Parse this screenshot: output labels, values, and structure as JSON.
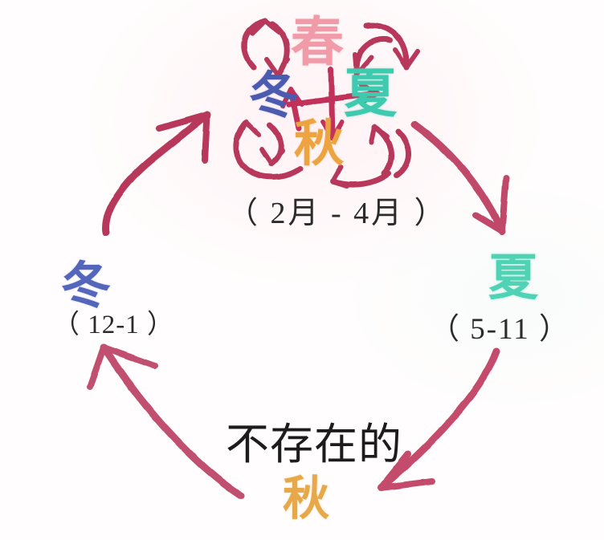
{
  "image": {
    "kind": "handwritten-cycle-diagram",
    "background_color": "#fffdfd",
    "arrow_color": "#c04060"
  },
  "center_cluster": {
    "caption": "（ 2月 - 4月 ）",
    "labels": [
      {
        "text": "春",
        "color": "#f19aa8",
        "position": "top"
      },
      {
        "text": "冬",
        "color": "#4a5bb0",
        "position": "left"
      },
      {
        "text": "夏",
        "color": "#3fc9ae",
        "position": "right"
      },
      {
        "text": "秋",
        "color": "#eda33f",
        "position": "bottom"
      }
    ]
  },
  "nodes": {
    "summer": {
      "label": "夏",
      "range": "（ 5-11 ）",
      "color": "#4fd3b4"
    },
    "winter": {
      "label": "冬",
      "range": "（ 12-1 ）",
      "color": "#5466bb"
    },
    "autumn": {
      "label": "秋",
      "note": "不存在的",
      "color": "#e7a84a",
      "note_color": "#1c1c1c"
    }
  },
  "arrows": [
    {
      "name": "winter-to-cluster",
      "from": "winter",
      "to": "center_cluster",
      "color": "#b8395c"
    },
    {
      "name": "cluster-to-summer",
      "from": "center_cluster",
      "to": "summer",
      "color": "#c0486a"
    },
    {
      "name": "summer-to-autumn",
      "from": "summer",
      "to": "autumn",
      "color": "#c44b6c"
    },
    {
      "name": "autumn-to-winter",
      "from": "autumn",
      "to": "winter",
      "color": "#c05070"
    }
  ],
  "cluster_swirls": [
    {
      "name": "swirl-top-left",
      "color": "#b8395c"
    },
    {
      "name": "swirl-top-right",
      "color": "#b8395c"
    },
    {
      "name": "swirl-bottom-left",
      "color": "#b8395c"
    },
    {
      "name": "swirl-bottom-right",
      "color": "#b8395c"
    },
    {
      "name": "swirl-inner-cross",
      "color": "#c0305a"
    }
  ]
}
